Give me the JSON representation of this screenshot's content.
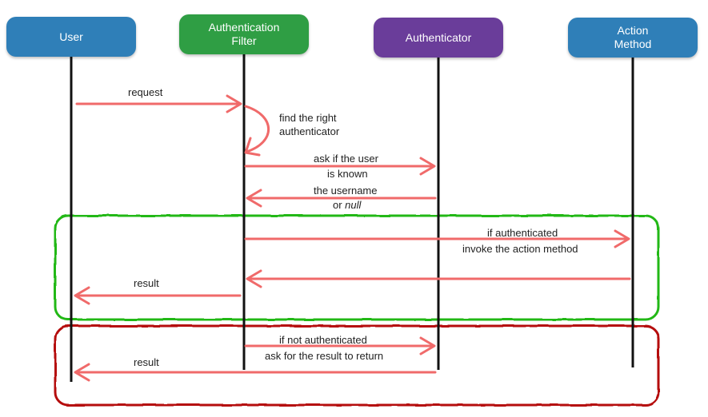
{
  "colors": {
    "user": "#2f7fb8",
    "filter": "#2f9e44",
    "authenticator": "#6a3d9a",
    "action": "#2f7fb8",
    "arrow": "#f06a6a",
    "lifeline": "#111111",
    "green_box": "#22b814",
    "red_box": "#b50f0f"
  },
  "actors": {
    "user": "User",
    "filter": "Authentication\nFilter",
    "authenticator": "Authenticator",
    "action": "Action\nMethod"
  },
  "messages": {
    "request": "request",
    "find_1": "find the right",
    "find_2": "authenticator",
    "ask_1": "ask if the user",
    "ask_2": "is known",
    "username_1": "the username",
    "username_2_prefix": "or ",
    "username_2_null": "null",
    "if_auth_1": "if authenticated",
    "if_auth_2": "invoke the action method",
    "result_1": "result",
    "if_not_1": "if not authenticated",
    "if_not_2": "ask for the result to return",
    "result_2": "result"
  }
}
